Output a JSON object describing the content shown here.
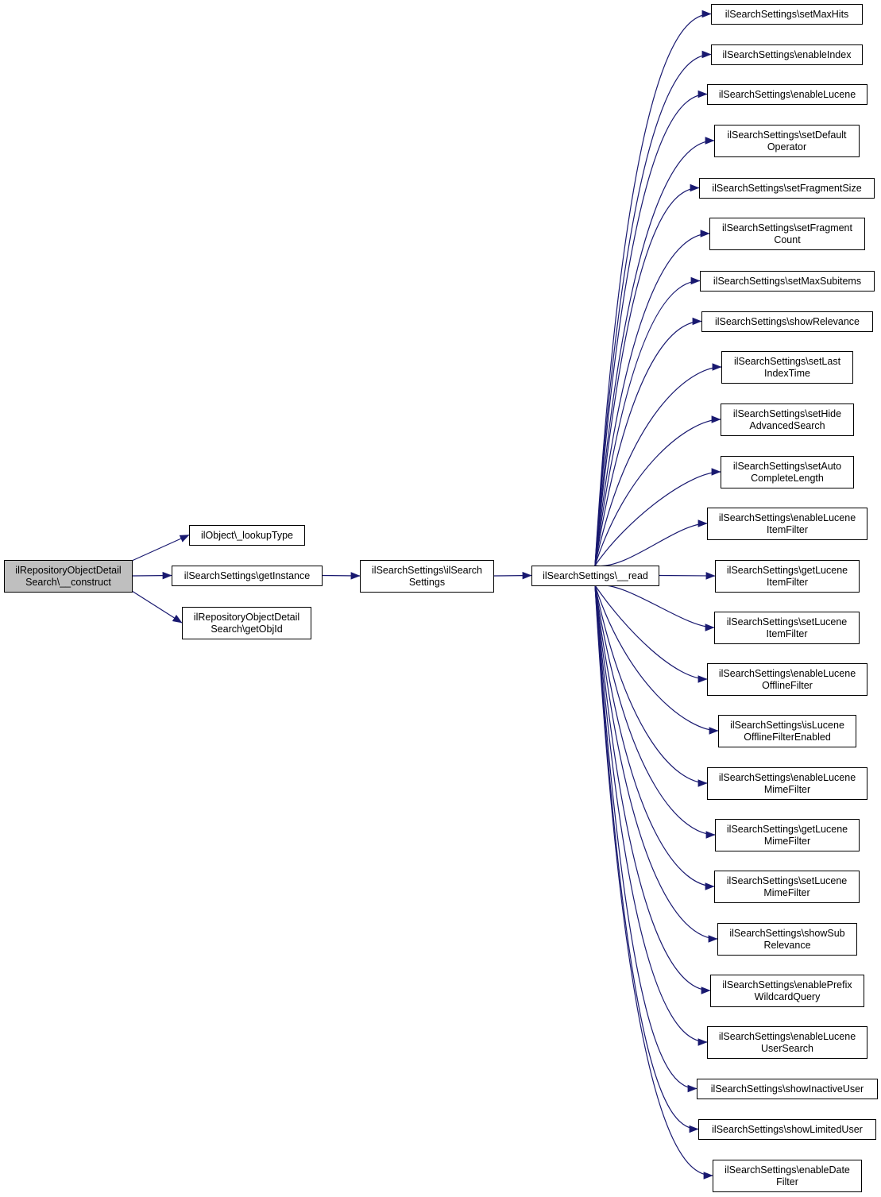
{
  "colors": {
    "edge": "#191970",
    "node_border": "#000000",
    "root_fill": "#bfbfbf",
    "node_fill": "#ffffff"
  },
  "nodes": {
    "root": [
      "ilRepositoryObjectDetail",
      "Search\\__construct"
    ],
    "lookup_type": [
      "ilObject\\_lookupType"
    ],
    "get_instance": [
      "ilSearchSettings\\getInstance"
    ],
    "get_obj_id": [
      "ilRepositoryObjectDetail",
      "Search\\getObjId"
    ],
    "il_search_settings": [
      "ilSearchSettings\\ilSearch",
      "Settings"
    ],
    "read": [
      "ilSearchSettings\\__read"
    ],
    "set_max_hits": [
      "ilSearchSettings\\setMaxHits"
    ],
    "enable_index": [
      "ilSearchSettings\\enableIndex"
    ],
    "enable_lucene": [
      "ilSearchSettings\\enableLucene"
    ],
    "set_default_operator": [
      "ilSearchSettings\\setDefault",
      "Operator"
    ],
    "set_fragment_size": [
      "ilSearchSettings\\setFragmentSize"
    ],
    "set_fragment_count": [
      "ilSearchSettings\\setFragment",
      "Count"
    ],
    "set_max_subitems": [
      "ilSearchSettings\\setMaxSubitems"
    ],
    "show_relevance": [
      "ilSearchSettings\\showRelevance"
    ],
    "set_last_index_time": [
      "ilSearchSettings\\setLast",
      "IndexTime"
    ],
    "set_hide_advanced_search": [
      "ilSearchSettings\\setHide",
      "AdvancedSearch"
    ],
    "set_auto_complete_length": [
      "ilSearchSettings\\setAuto",
      "CompleteLength"
    ],
    "enable_lucene_item_filter": [
      "ilSearchSettings\\enableLucene",
      "ItemFilter"
    ],
    "get_lucene_item_filter": [
      "ilSearchSettings\\getLucene",
      "ItemFilter"
    ],
    "set_lucene_item_filter": [
      "ilSearchSettings\\setLucene",
      "ItemFilter"
    ],
    "enable_lucene_offline_filter": [
      "ilSearchSettings\\enableLucene",
      "OfflineFilter"
    ],
    "is_lucene_offline_filter_enabled": [
      "ilSearchSettings\\isLucene",
      "OfflineFilterEnabled"
    ],
    "enable_lucene_mime_filter": [
      "ilSearchSettings\\enableLucene",
      "MimeFilter"
    ],
    "get_lucene_mime_filter": [
      "ilSearchSettings\\getLucene",
      "MimeFilter"
    ],
    "set_lucene_mime_filter": [
      "ilSearchSettings\\setLucene",
      "MimeFilter"
    ],
    "show_sub_relevance": [
      "ilSearchSettings\\showSub",
      "Relevance"
    ],
    "enable_prefix_wildcard_query": [
      "ilSearchSettings\\enablePrefix",
      "WildcardQuery"
    ],
    "enable_lucene_user_search": [
      "ilSearchSettings\\enableLucene",
      "UserSearch"
    ],
    "show_inactive_user": [
      "ilSearchSettings\\showInactiveUser"
    ],
    "show_limited_user": [
      "ilSearchSettings\\showLimitedUser"
    ],
    "enable_date_filter": [
      "ilSearchSettings\\enableDate",
      "Filter"
    ]
  },
  "edges": [
    [
      "root",
      "lookup_type"
    ],
    [
      "root",
      "get_instance"
    ],
    [
      "root",
      "get_obj_id"
    ],
    [
      "get_instance",
      "il_search_settings"
    ],
    [
      "il_search_settings",
      "read"
    ],
    [
      "read",
      "set_max_hits"
    ],
    [
      "read",
      "enable_index"
    ],
    [
      "read",
      "enable_lucene"
    ],
    [
      "read",
      "set_default_operator"
    ],
    [
      "read",
      "set_fragment_size"
    ],
    [
      "read",
      "set_fragment_count"
    ],
    [
      "read",
      "set_max_subitems"
    ],
    [
      "read",
      "show_relevance"
    ],
    [
      "read",
      "set_last_index_time"
    ],
    [
      "read",
      "set_hide_advanced_search"
    ],
    [
      "read",
      "set_auto_complete_length"
    ],
    [
      "read",
      "enable_lucene_item_filter"
    ],
    [
      "read",
      "get_lucene_item_filter"
    ],
    [
      "read",
      "set_lucene_item_filter"
    ],
    [
      "read",
      "enable_lucene_offline_filter"
    ],
    [
      "read",
      "is_lucene_offline_filter_enabled"
    ],
    [
      "read",
      "enable_lucene_mime_filter"
    ],
    [
      "read",
      "get_lucene_mime_filter"
    ],
    [
      "read",
      "set_lucene_mime_filter"
    ],
    [
      "read",
      "show_sub_relevance"
    ],
    [
      "read",
      "enable_prefix_wildcard_query"
    ],
    [
      "read",
      "enable_lucene_user_search"
    ],
    [
      "read",
      "show_inactive_user"
    ],
    [
      "read",
      "show_limited_user"
    ],
    [
      "read",
      "enable_date_filter"
    ]
  ]
}
